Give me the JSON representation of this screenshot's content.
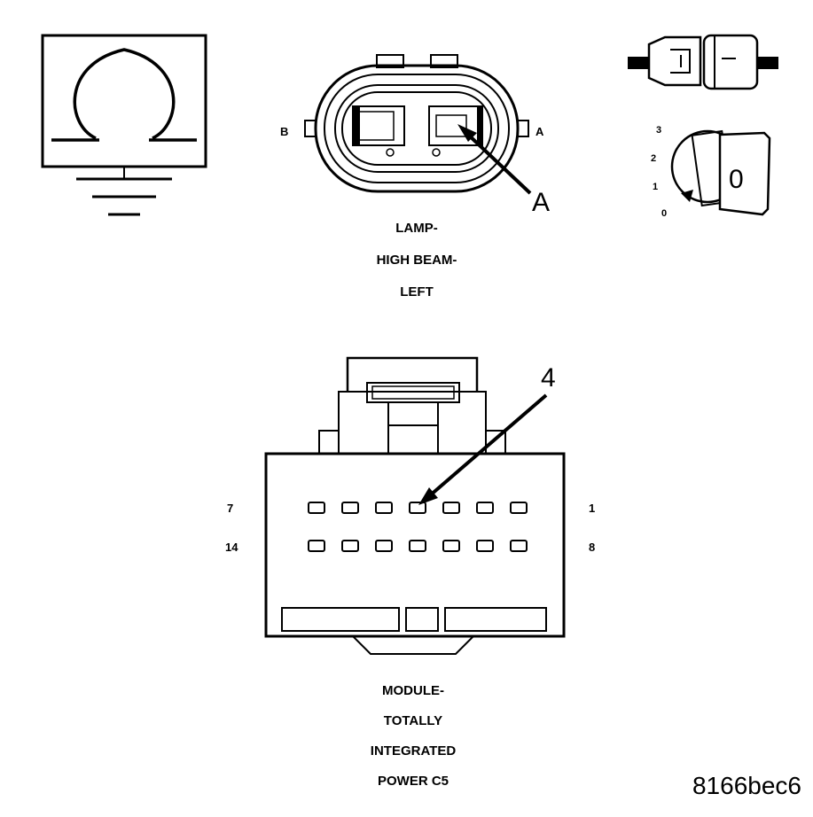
{
  "figure_id": "8166bec6",
  "lamp_connector": {
    "caption": [
      "LAMP-",
      "HIGH BEAM-",
      "LEFT"
    ],
    "side_left": "B",
    "side_right": "A",
    "callout": "A"
  },
  "module_connector": {
    "caption": [
      "MODULE-",
      "TOTALLY",
      "INTEGRATED",
      "POWER C5"
    ],
    "row1_left": "7",
    "row1_right": "1",
    "row2_left": "14",
    "row2_right": "8",
    "callout": "4",
    "pins_per_row": 7
  },
  "ignition": {
    "positions": [
      "3",
      "2",
      "1",
      "0"
    ],
    "key_label": "0"
  },
  "icons": [
    "ohm-meter-icon",
    "ground-icon",
    "connector-disconnect-icon",
    "ignition-key-icon"
  ]
}
